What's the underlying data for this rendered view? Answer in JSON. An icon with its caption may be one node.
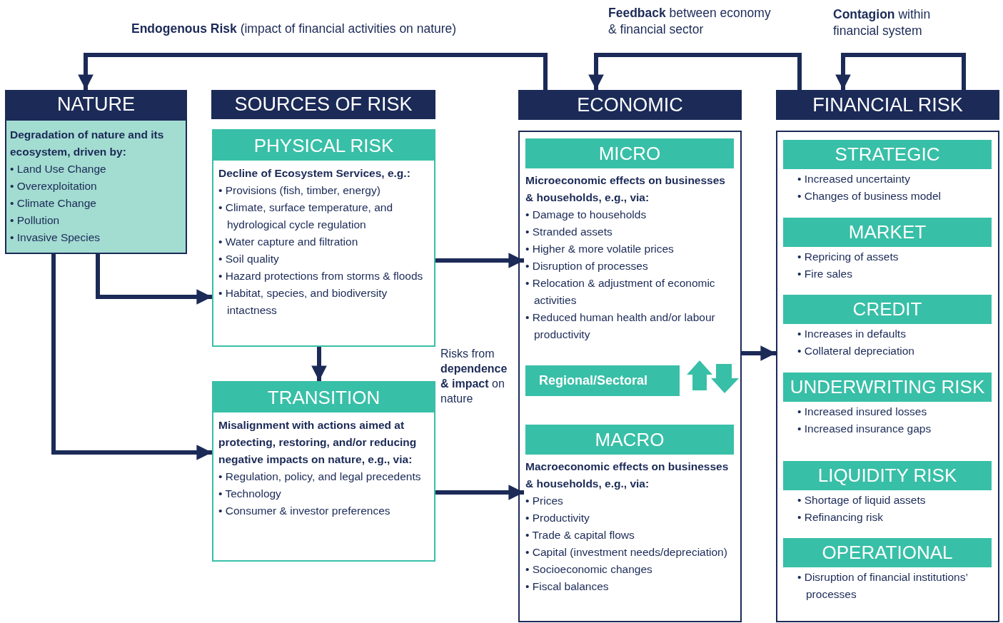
{
  "diagram": {
    "nodes": [
      {
        "text": [
          "NATURE",
          "Degradation of nature and its ecosystem, driven by:",
          "• Land Use Change",
          "• Overexploitation",
          "• Climate Change",
          "• Pollution",
          "• Invasive Species"
        ]
      },
      {
        "text": [
          "SOURCES OF RISK"
        ]
      },
      {
        "text": [
          "PHYSICAL RISK",
          "Decline of Ecosystem Services, e.g.:",
          "• Provisions (fish, timber, energy)",
          "• Climate, surface temperature, and hydrological cycle regulation",
          "• Water capture and filtration",
          "• Soil quality",
          "• Hazard protections from storms & floods",
          "• Habitat, species, and biodiversity intactness"
        ]
      },
      {
        "text": [
          "TRANSITION",
          "Misalignment with actions aimed at protecting, restoring, and/or reducing negative impacts on nature, e.g., via:",
          "• Regulation, policy, and legal precedents",
          "• Technology",
          "• Consumer & investor preferences"
        ]
      },
      {
        "text": [
          "ECONOMIC"
        ]
      },
      {
        "text": [],
        "shape": "box"
      },
      {
        "text": [
          "MICRO",
          "Microeconomic effects on businesses & households, e.g., via:",
          "• Damage to households",
          "• Stranded assets",
          "• Higher & more volatile prices",
          "• Disruption of processes",
          "• Relocation & adjustment of economic activities",
          "• Reduced human health and/or labour productivity"
        ],
        "in": 5
      },
      {
        "text": [
          "Regional/Sectoral"
        ],
        "in": 5
      },
      {
        "text": [
          "MACRO",
          "Macroeconomic effects on businesses & households, e.g., via:",
          "• Prices",
          "• Productivity",
          "• Trade & capital flows",
          "• Capital (investment needs/depreciation)",
          "• Socioeconomic changes",
          "• Fiscal balances"
        ],
        "in": 5
      },
      {
        "text": [
          "FINANCIAL RISK"
        ]
      },
      {
        "text": [],
        "shape": "box"
      },
      {
        "text": [
          "STRATEGIC",
          "• Increased uncertainty",
          "• Changes of business model"
        ],
        "in": 10
      },
      {
        "text": [
          "MARKET",
          "• Repricing of assets",
          "• Fire sales"
        ],
        "in": 10
      },
      {
        "text": [
          "CREDIT",
          "• Increases in defaults",
          "• Collateral depreciation"
        ],
        "in": 10
      },
      {
        "text": [
          "UNDERWRITING RISK",
          "• Increased insured losses",
          "• Increased insurance gaps"
        ],
        "in": 10
      },
      {
        "text": [
          "LIQUIDITY RISK",
          "• Shortage of liquid assets",
          "• Refinancing risk"
        ],
        "in": 10
      },
      {
        "text": [
          "OPERATIONAL",
          "• Disruption of financial institutions’ processes"
        ],
        "in": 10
      }
    ],
    "edges": [
      {
        "from": 4,
        "to": 0,
        "arrow": "to",
        "label": "**Endogenous Risk** (impact of financial activities on nature)"
      },
      {
        "from": 9,
        "to": 4,
        "arrow": "to",
        "label": "**Feedback** between economy & financial sector"
      },
      {
        "from": 9,
        "to": 9,
        "arrow": "to",
        "label": "**Contagion** within financial system"
      },
      {
        "from": 0,
        "to": 2,
        "arrow": "to"
      },
      {
        "from": 0,
        "to": 3,
        "arrow": "to"
      },
      {
        "from": 2,
        "to": 3,
        "arrow": "to"
      },
      {
        "from": 2,
        "to": 6,
        "arrow": "to"
      },
      {
        "from": 3,
        "to": 8,
        "arrow": "to"
      },
      {
        "from": 5,
        "to": 10,
        "arrow": "to"
      },
      {
        "from": 7,
        "to": 6,
        "arrow": "to"
      },
      {
        "from": 7,
        "to": 8,
        "arrow": "to"
      }
    ],
    "labels": [
      "Risks from **dependence & impact** on nature"
    ]
  }
}
